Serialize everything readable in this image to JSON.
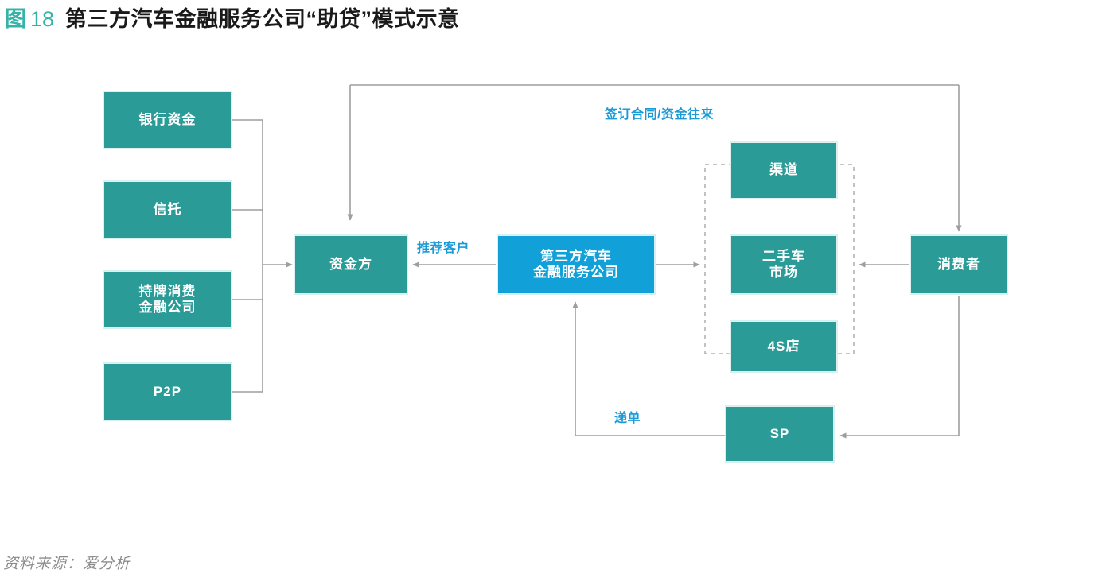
{
  "header": {
    "figure_tag": "图",
    "figure_number": "18",
    "title": "第三方汽车金融服务公司“助贷”模式示意"
  },
  "diagram": {
    "funding_sources": [
      {
        "id": "bank",
        "label": "银行资金"
      },
      {
        "id": "trust",
        "label": "信托"
      },
      {
        "id": "licensed",
        "label": "持牌消费\n金融公司"
      },
      {
        "id": "p2p",
        "label": "P2P"
      }
    ],
    "nodes": {
      "funder": "资金方",
      "third_party": "第三方汽车\n金融服务公司",
      "channel": "渠道",
      "used_car": "二手车\n市场",
      "dealer_4s": "4S店",
      "consumer": "消费者",
      "sp": "SP"
    },
    "edge_labels": {
      "contract_funds": "签订合同/资金往来",
      "recommend_customer": "推荐客户",
      "submit_order": "递单"
    }
  },
  "footer": {
    "source": "资料来源：爱分析"
  },
  "colors": {
    "teal": "#2b9b98",
    "blue": "#12a0d8",
    "label_blue": "#1c9ad6",
    "wire": "#9e9e9e",
    "dashed": "#b4b4b4",
    "title_accent": "#36b3a8"
  }
}
